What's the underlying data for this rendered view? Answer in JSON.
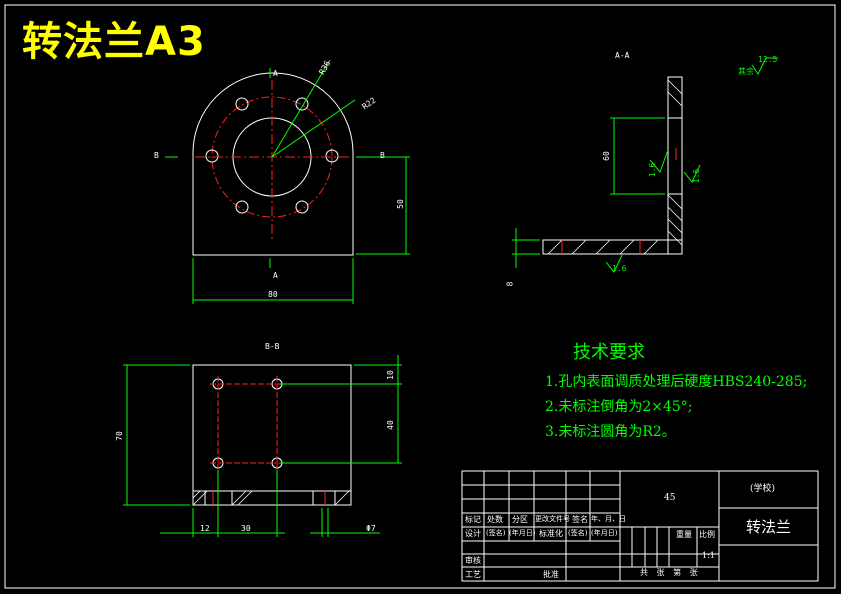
{
  "title": "转法兰A3",
  "technical_requirements": {
    "heading": "技术要求",
    "items": [
      "1.孔内表面调质处理后硬度HBS240-285;",
      "2.未标注倒角为2×45°;",
      "3.未标注圆角为R2。"
    ]
  },
  "views": {
    "section_aa": "A-A",
    "section_bb": "B-B",
    "roughness_note": "其余",
    "roughness_value": "12.5"
  },
  "dimensions": {
    "front_width": "80",
    "front_height": "50",
    "front_bolt_circle": "R36",
    "front_bore": "R22",
    "section_height": "60",
    "section_thk_left": "1.6",
    "section_thk_right": "1.6",
    "section_bottom": "1.6",
    "section_base": "8",
    "plan_height": "70",
    "plan_top": "10",
    "plan_mid": "40",
    "plan_left": "12",
    "plan_span": "30",
    "plan_hole": "Φ7",
    "mark_b_left": "B",
    "mark_b_right": "B",
    "mark_a_top": "A",
    "mark_a_bottom": "A"
  },
  "title_block": {
    "material": "45",
    "school": "(学校)",
    "part_name": "转法兰",
    "scale": "1:1",
    "row_labels": [
      "标记",
      "处数",
      "分区",
      "更改文件号",
      "签名",
      "年、月、日"
    ],
    "design_row": [
      "设计",
      "(签名)",
      "(年月日)",
      "标准化",
      "(签名)",
      "(年月日)"
    ],
    "audit": "审核",
    "process": "工艺",
    "approve": "批准",
    "weight_label": "重量",
    "scale_label": "比例",
    "sheet_info": "共 张 第 张"
  }
}
